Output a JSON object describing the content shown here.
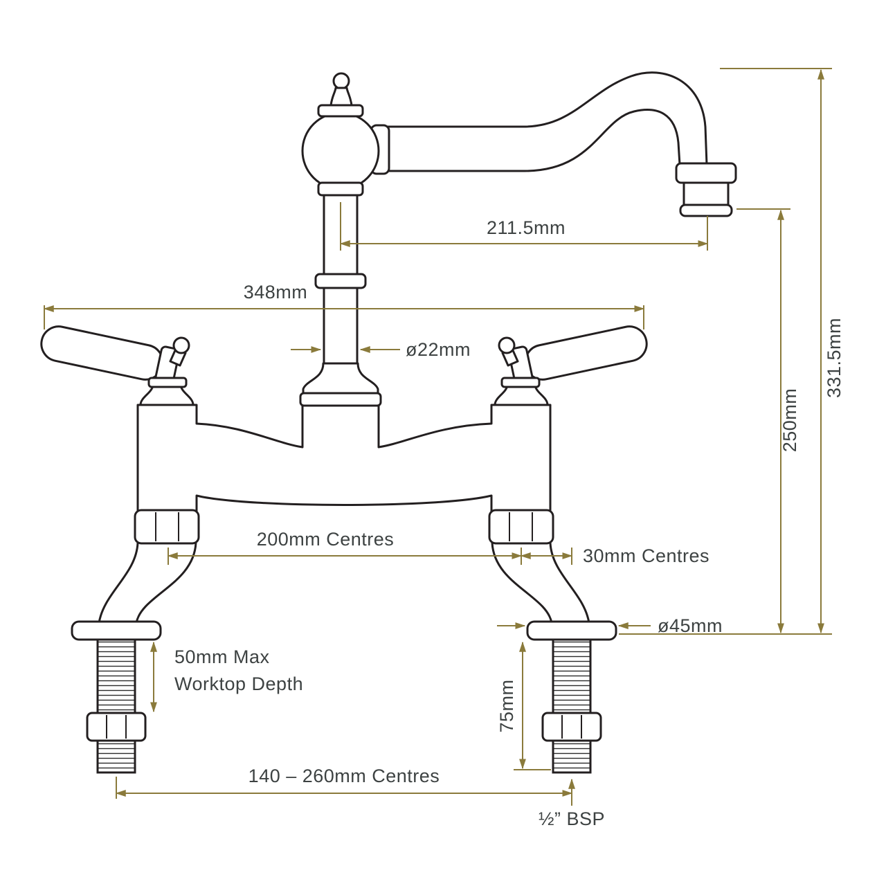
{
  "drawing": {
    "description": "Technical dimension drawing of a two-handle bridge kitchen mixer tap",
    "labels": {
      "spout_reach": "211.5mm",
      "handle_span": "348mm",
      "column_diameter": "ø22mm",
      "spout_outlet_height": "250mm",
      "overall_height": "331.5mm",
      "inlet_centres": "200mm Centres",
      "offset_centres": "30mm Centres",
      "flange_diameter": "ø45mm",
      "worktop_line1": "50mm Max",
      "worktop_line2": "Worktop Depth",
      "tail_length": "75mm",
      "adjustable_centres": "140 – 260mm Centres",
      "thread_size": "½” BSP"
    },
    "colors": {
      "dimension_lines": "#8a7a3b",
      "label_text": "#3d4242",
      "line_art": "#231f20",
      "background": "#ffffff"
    }
  }
}
